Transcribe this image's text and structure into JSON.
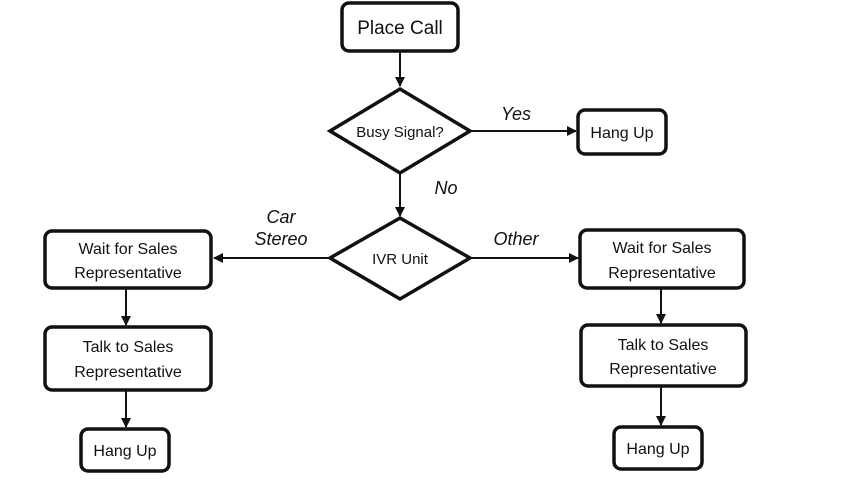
{
  "nodes": {
    "place_call": {
      "label": "Place Call"
    },
    "busy_signal": {
      "label": "Busy Signal?"
    },
    "hang_up_top": {
      "label": "Hang Up"
    },
    "ivr_unit": {
      "label": "IVR Unit"
    },
    "wait_left": {
      "line1": "Wait for Sales",
      "line2": "Representative"
    },
    "talk_left": {
      "line1": "Talk to Sales",
      "line2": "Representative"
    },
    "hang_up_left": {
      "label": "Hang Up"
    },
    "wait_right": {
      "line1": "Wait for Sales",
      "line2": "Representative"
    },
    "talk_right": {
      "line1": "Talk to Sales",
      "line2": "Representative"
    },
    "hang_up_right": {
      "label": "Hang Up"
    }
  },
  "edges": {
    "yes": "Yes",
    "no": "No",
    "car_stereo_line1": "Car",
    "car_stereo_line2": "Stereo",
    "other": "Other"
  },
  "colors": {
    "stroke": "#111111",
    "fill": "#ffffff",
    "text": "#111111"
  }
}
